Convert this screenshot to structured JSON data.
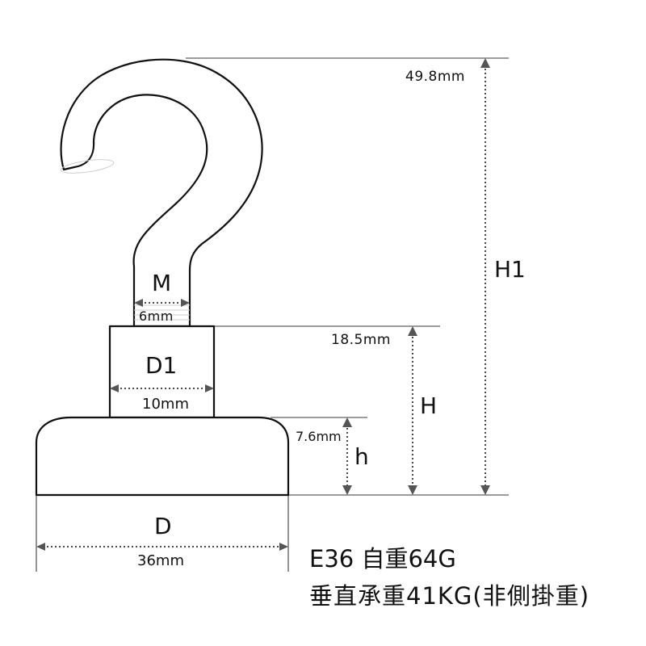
{
  "labels": {
    "H1": "H1",
    "H1_value": "49.8mm",
    "H": "H",
    "H_value": "18.5mm",
    "h": "h",
    "h_value": "7.6mm",
    "M": "M",
    "M_value": "6mm",
    "D1": "D1",
    "D1_value": "10mm",
    "D": "D",
    "D_value": "36mm"
  },
  "caption": {
    "line1": "E36 自重64G",
    "line2": "垂直承重41KG(非側掛重)"
  },
  "colors": {
    "outline": "#111111",
    "dimension_line": "#4a4a4a",
    "extension_line": "#7a7a7a",
    "background": "#ffffff"
  }
}
